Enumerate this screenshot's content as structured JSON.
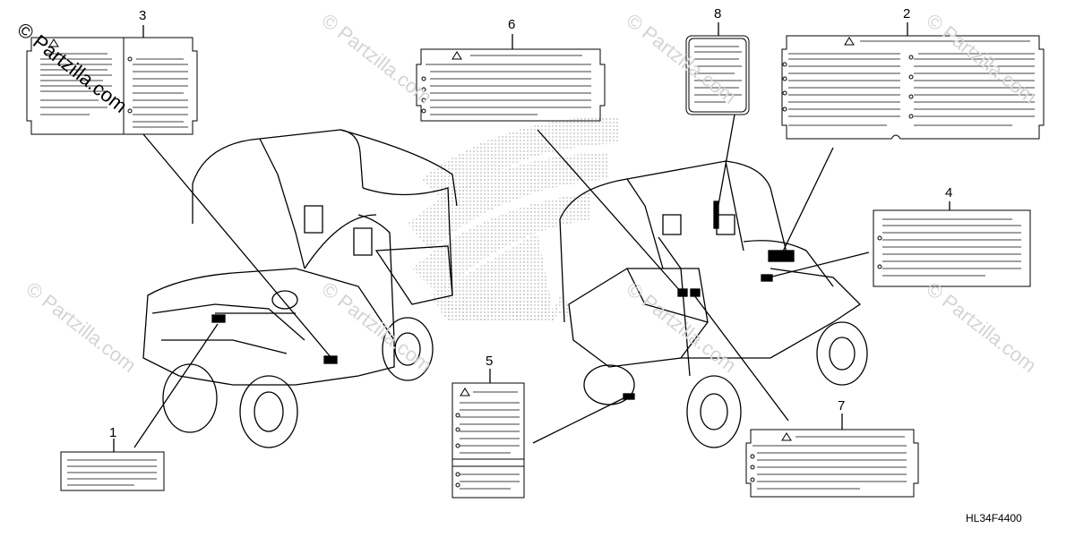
{
  "callouts": [
    "1",
    "2",
    "3",
    "4",
    "5",
    "6",
    "7",
    "8"
  ],
  "diagram_code": "HL34F4400",
  "watermark": {
    "primary": "© Partzilla.com",
    "faint": "© Partzilla.com"
  },
  "colors": {
    "line": "#000000",
    "stipple": "#9a9a9a",
    "watermark": "#d4d4d4",
    "background": "#ffffff"
  },
  "icons": [
    "warning-triangle-icon",
    "bullet-dot-icon"
  ]
}
